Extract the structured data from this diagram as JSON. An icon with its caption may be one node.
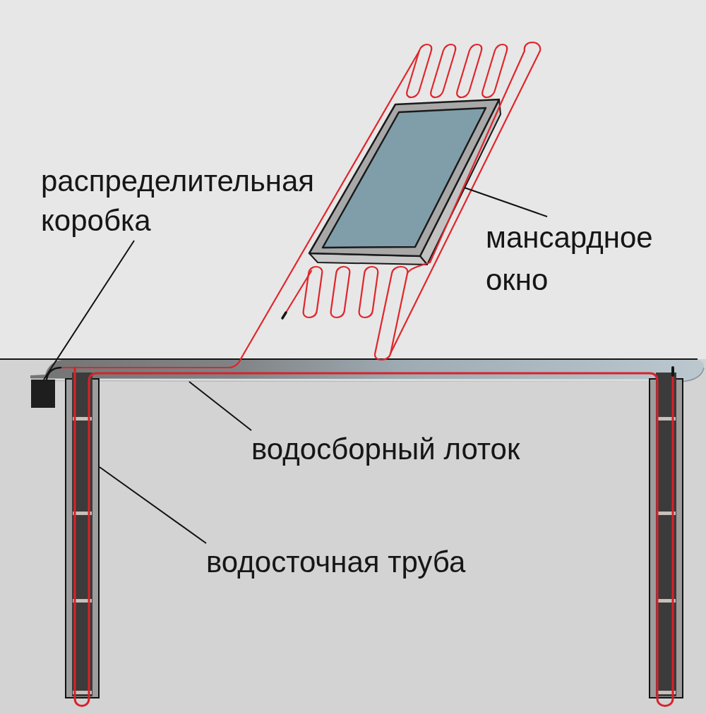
{
  "diagram": {
    "nodes": [
      {
        "text": [
          "распределительная коробка"
        ]
      },
      {
        "text": [],
        "shape": "box"
      },
      {
        "text": [
          "мансардное окно"
        ]
      },
      {
        "text": [],
        "shape": "picture"
      },
      {
        "text": [
          "водосборный лоток"
        ]
      },
      {
        "text": [],
        "shape": "bar"
      },
      {
        "text": [
          "водосточная труба"
        ]
      },
      {
        "text": [],
        "shape": "bar"
      },
      {
        "text": [],
        "shape": "bar"
      }
    ],
    "edges": [
      {
        "from": 0,
        "to": 1,
        "arrow": "none"
      },
      {
        "from": 2,
        "to": 3,
        "arrow": "none"
      },
      {
        "from": 4,
        "to": 5,
        "arrow": "none"
      },
      {
        "from": 6,
        "to": 7,
        "arrow": "none"
      }
    ]
  }
}
